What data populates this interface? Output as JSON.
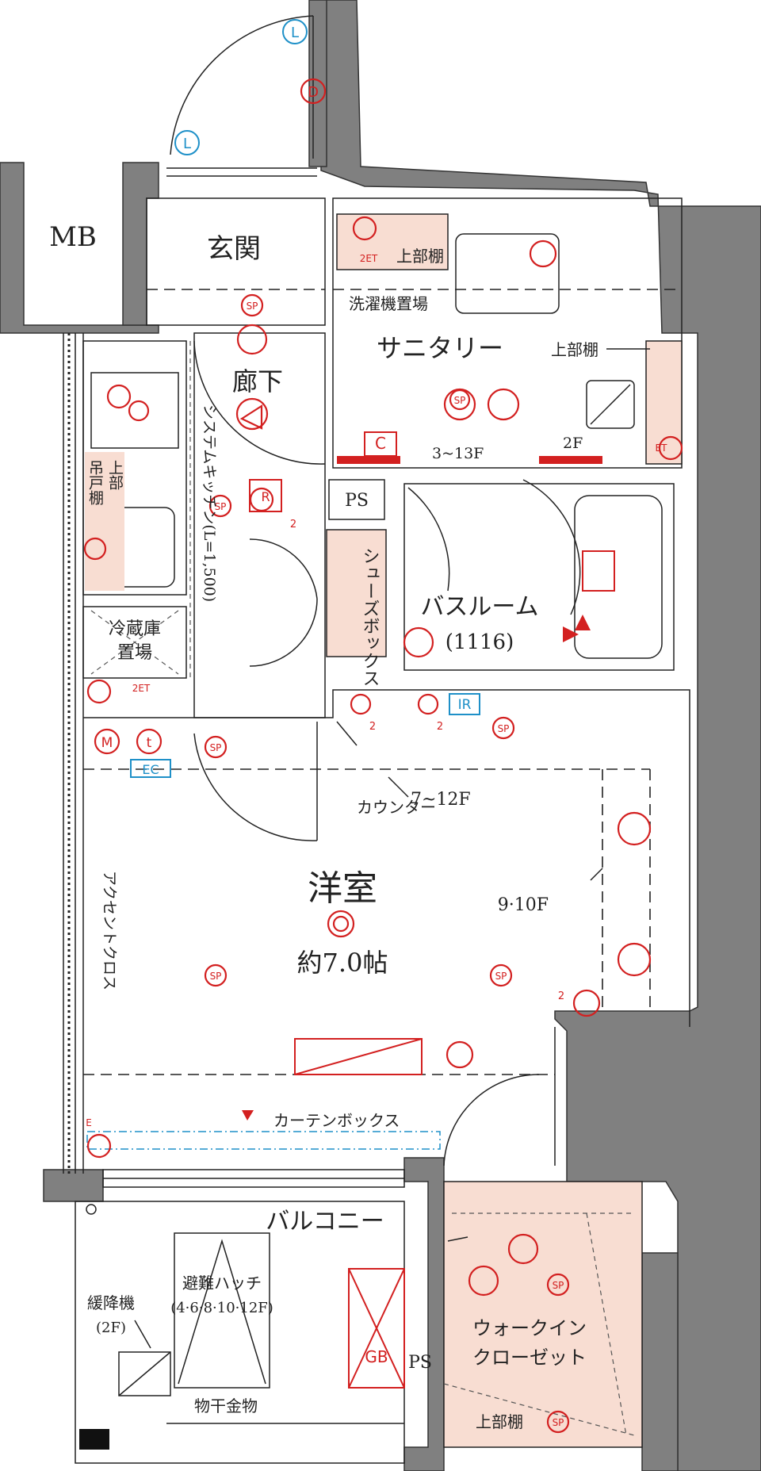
{
  "rooms": {
    "mb": "MB",
    "entrance": "玄関",
    "corridor": "廊下",
    "sanitary": "サニタリー",
    "washer": "洗濯機置場",
    "upper_shelf": "上部棚",
    "upper_shelf_2et": "2ET上部棚",
    "ps": "PS",
    "shoe_box": "シューズボックス",
    "bathroom": "バスルーム",
    "bathroom_size": "(1116)",
    "kitchen": "システムキッチン(L=1,500)",
    "hanging_cabinet": "吊戸棚",
    "upper_cabinet": "上部",
    "fridge": "冷蔵庫置場",
    "counter": "カウンター",
    "western_room": "洋室",
    "western_size": "約7.0帖",
    "accent_cloth": "アクセントクロス",
    "curtain_box": "カーテンボックス",
    "balcony": "バルコニー",
    "evac_hatch": "避難ハッチ",
    "evac_floors": "(4·6·8·10·12F)",
    "descender": "緩降機",
    "descender_floor": "(2F)",
    "drying_hardware": "物干金物",
    "walk_in": "ウォークイン",
    "closet": "クローゼット",
    "wic_shelf": "上部棚",
    "wic_ps": "PS",
    "gb": "GB"
  },
  "notes": {
    "floors_3_13": "3~13F",
    "floor_2": "2F",
    "floors_7_12": "7~12F",
    "floors_9_10": "9·10F",
    "c_mark": "C",
    "et_2": "2ET",
    "e_mark": "E",
    "et_mark": "ET"
  },
  "symbols": {
    "sp": "SP",
    "l": "L",
    "d": "D",
    "ir": "IR",
    "m": "M",
    "t": "t",
    "ec": "EC",
    "r": "R",
    "two": "2"
  },
  "colors": {
    "electric": "#d32020",
    "info": "#1e90c8",
    "wall": "#808080",
    "tinted_area": "#f8ddd2"
  }
}
